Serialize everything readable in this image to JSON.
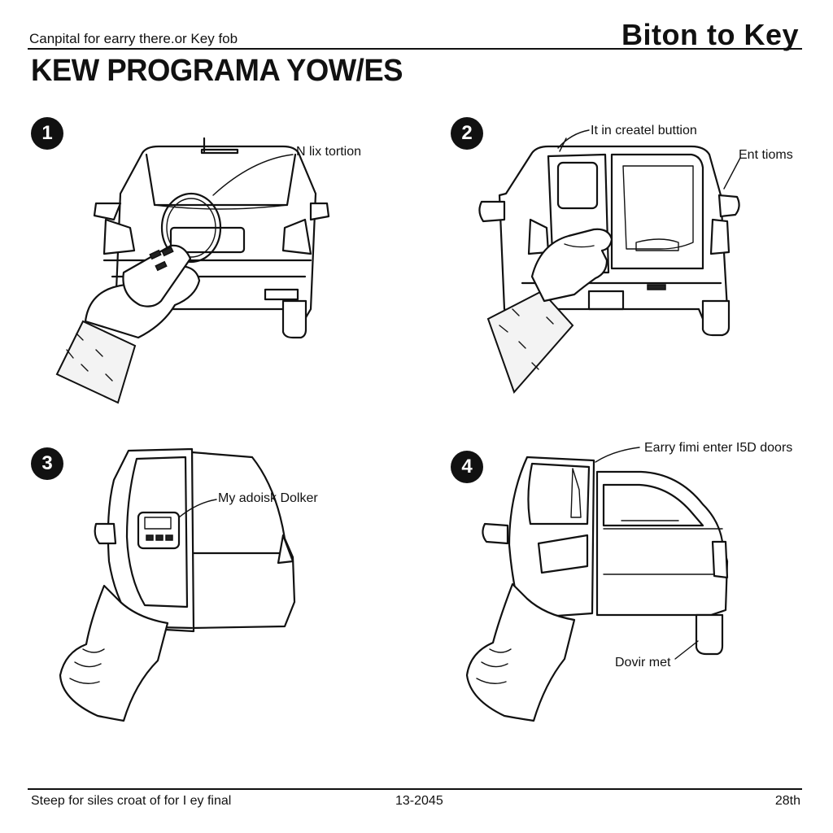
{
  "header": {
    "subtitle": "Canpital for earry there.or Key fob",
    "brand": "Biton to Key",
    "title": "KEW PROGRAMA YOW/ES"
  },
  "steps": [
    {
      "number": "1",
      "callout": "N lix tortion"
    },
    {
      "number": "2",
      "callout": "It in createl buttion",
      "callout2": "Ent tioms"
    },
    {
      "number": "3",
      "callout": "My adoisk Dolker"
    },
    {
      "number": "4",
      "callout": "Earry fimi enter I5D doors",
      "callout2": "Dovir met"
    }
  ],
  "footer": {
    "left": "Steep for siles croat of for I ey final",
    "center": "13-2045",
    "right": "28th"
  }
}
